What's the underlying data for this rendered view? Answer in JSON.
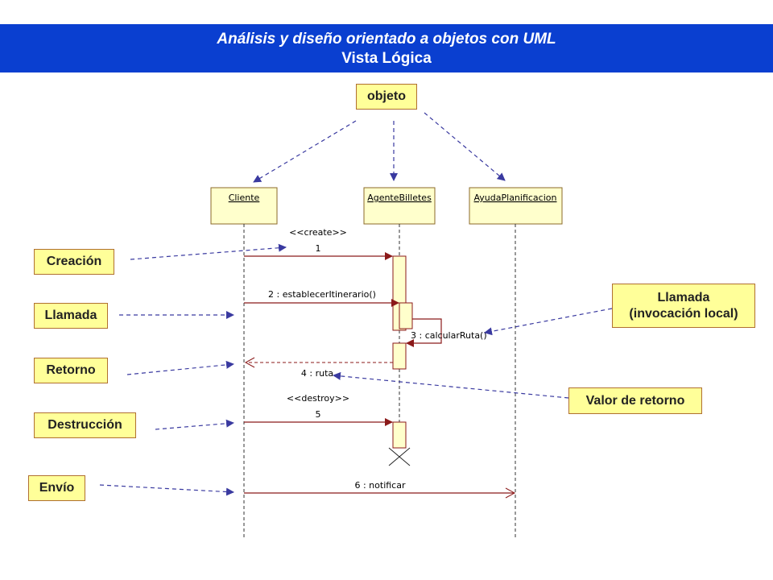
{
  "header": {
    "title": "Análisis y diseño orientado a objetos con UML",
    "subtitle": "Vista Lógica"
  },
  "objects": [
    {
      "name": "Cliente"
    },
    {
      "name": "AgenteBilletes"
    },
    {
      "name": "AyudaPlanificacion"
    }
  ],
  "messages": [
    {
      "stereotype": "<<create>>",
      "label": "1"
    },
    {
      "label": "2 : establecerItinerario()"
    },
    {
      "label": "3 : calcularRuta()"
    },
    {
      "label": "4 : ruta"
    },
    {
      "stereotype": "<<destroy>>",
      "label": "5"
    },
    {
      "label": "6 : notificar"
    }
  ],
  "notes": {
    "objeto": "objeto",
    "creacion": "Creación",
    "llamada": "Llamada",
    "retorno": "Retorno",
    "destruccion": "Destrucción",
    "envio": "Envío",
    "llamada_local_line1": "Llamada",
    "llamada_local_line2": "(invocación local)",
    "valor_retorno": "Valor de retorno"
  },
  "colors": {
    "header_bg": "#0a3fd0",
    "note_bg": "#ffff99",
    "message_line": "#8b1a1a",
    "pointer_line": "#3a3aa0"
  }
}
